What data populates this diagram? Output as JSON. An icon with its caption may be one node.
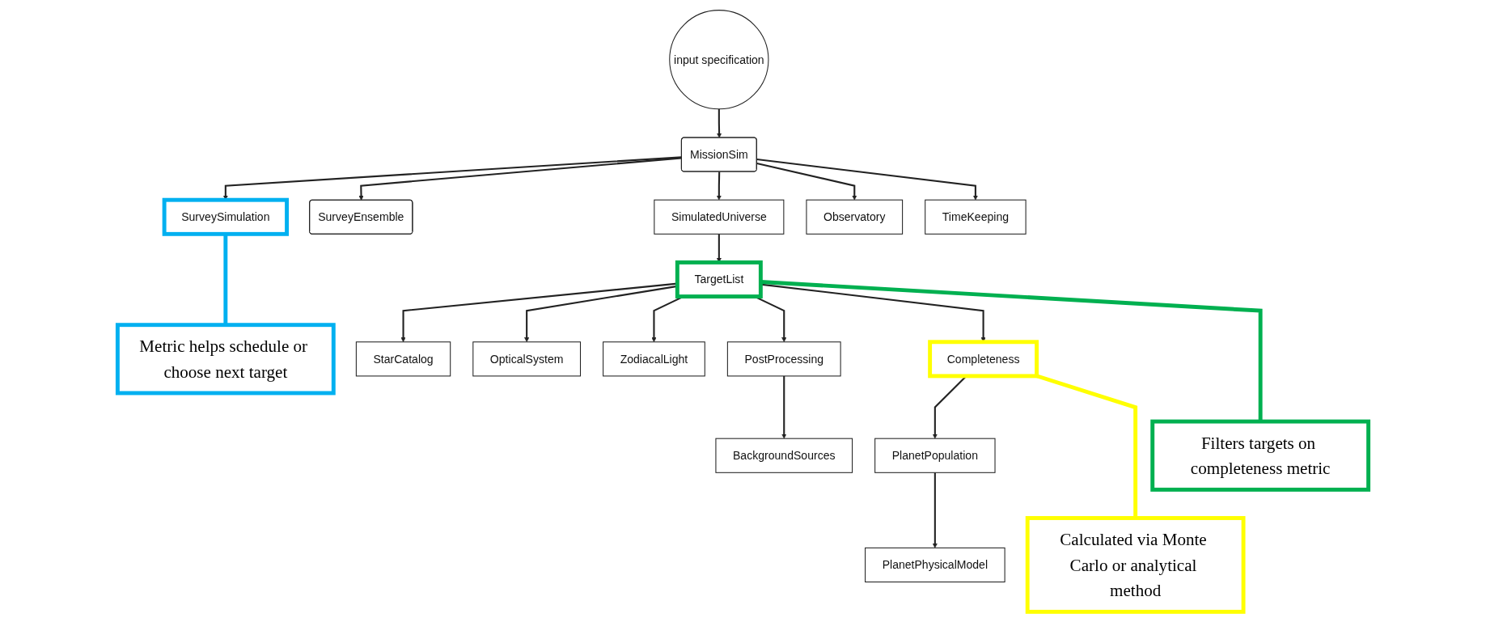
{
  "diagram": {
    "nodes": [
      {
        "text": [
          "input specification"
        ]
      },
      {
        "text": [
          "MissionSim"
        ]
      },
      {
        "text": [
          "SurveySimulation"
        ]
      },
      {
        "text": [
          "SurveyEnsemble"
        ]
      },
      {
        "text": [
          "SimulatedUniverse"
        ]
      },
      {
        "text": [
          "Observatory"
        ]
      },
      {
        "text": [
          "TimeKeeping"
        ]
      },
      {
        "text": [
          "TargetList"
        ]
      },
      {
        "text": [
          "StarCatalog"
        ]
      },
      {
        "text": [
          "OpticalSystem"
        ]
      },
      {
        "text": [
          "ZodiacalLight"
        ]
      },
      {
        "text": [
          "PostProcessing"
        ]
      },
      {
        "text": [
          "BackgroundSources"
        ]
      },
      {
        "text": [
          "Completeness"
        ]
      },
      {
        "text": [
          "PlanetPopulation"
        ]
      },
      {
        "text": [
          "PlanetPhysicalModel"
        ]
      },
      {
        "text": [
          "Metric helps schedule or choose next target"
        ]
      },
      {
        "text": [
          "Filters targets on completeness metric"
        ]
      },
      {
        "text": [
          "Calculated via Monte Carlo or analytical method"
        ]
      }
    ],
    "edges": [
      {
        "from": 0,
        "to": 1,
        "arrow": "to"
      },
      {
        "from": 1,
        "to": 2,
        "arrow": "to"
      },
      {
        "from": 1,
        "to": 3,
        "arrow": "to"
      },
      {
        "from": 1,
        "to": 4,
        "arrow": "to"
      },
      {
        "from": 1,
        "to": 5,
        "arrow": "to"
      },
      {
        "from": 1,
        "to": 6,
        "arrow": "to"
      },
      {
        "from": 4,
        "to": 7,
        "arrow": "to"
      },
      {
        "from": 7,
        "to": 8,
        "arrow": "to"
      },
      {
        "from": 7,
        "to": 9,
        "arrow": "to"
      },
      {
        "from": 7,
        "to": 10,
        "arrow": "to"
      },
      {
        "from": 7,
        "to": 11,
        "arrow": "to"
      },
      {
        "from": 11,
        "to": 12,
        "arrow": "to"
      },
      {
        "from": 7,
        "to": 13,
        "arrow": "to"
      },
      {
        "from": 13,
        "to": 14,
        "arrow": "to"
      },
      {
        "from": 14,
        "to": 15,
        "arrow": "to"
      },
      {
        "from": 2,
        "to": 16,
        "arrow": "none",
        "style": "thick",
        "color": "#00b0f0"
      },
      {
        "from": 7,
        "to": 17,
        "arrow": "none",
        "style": "thick",
        "color": "#00b050"
      },
      {
        "from": 13,
        "to": 18,
        "arrow": "none",
        "style": "thick",
        "color": "#ffff00"
      }
    ]
  }
}
